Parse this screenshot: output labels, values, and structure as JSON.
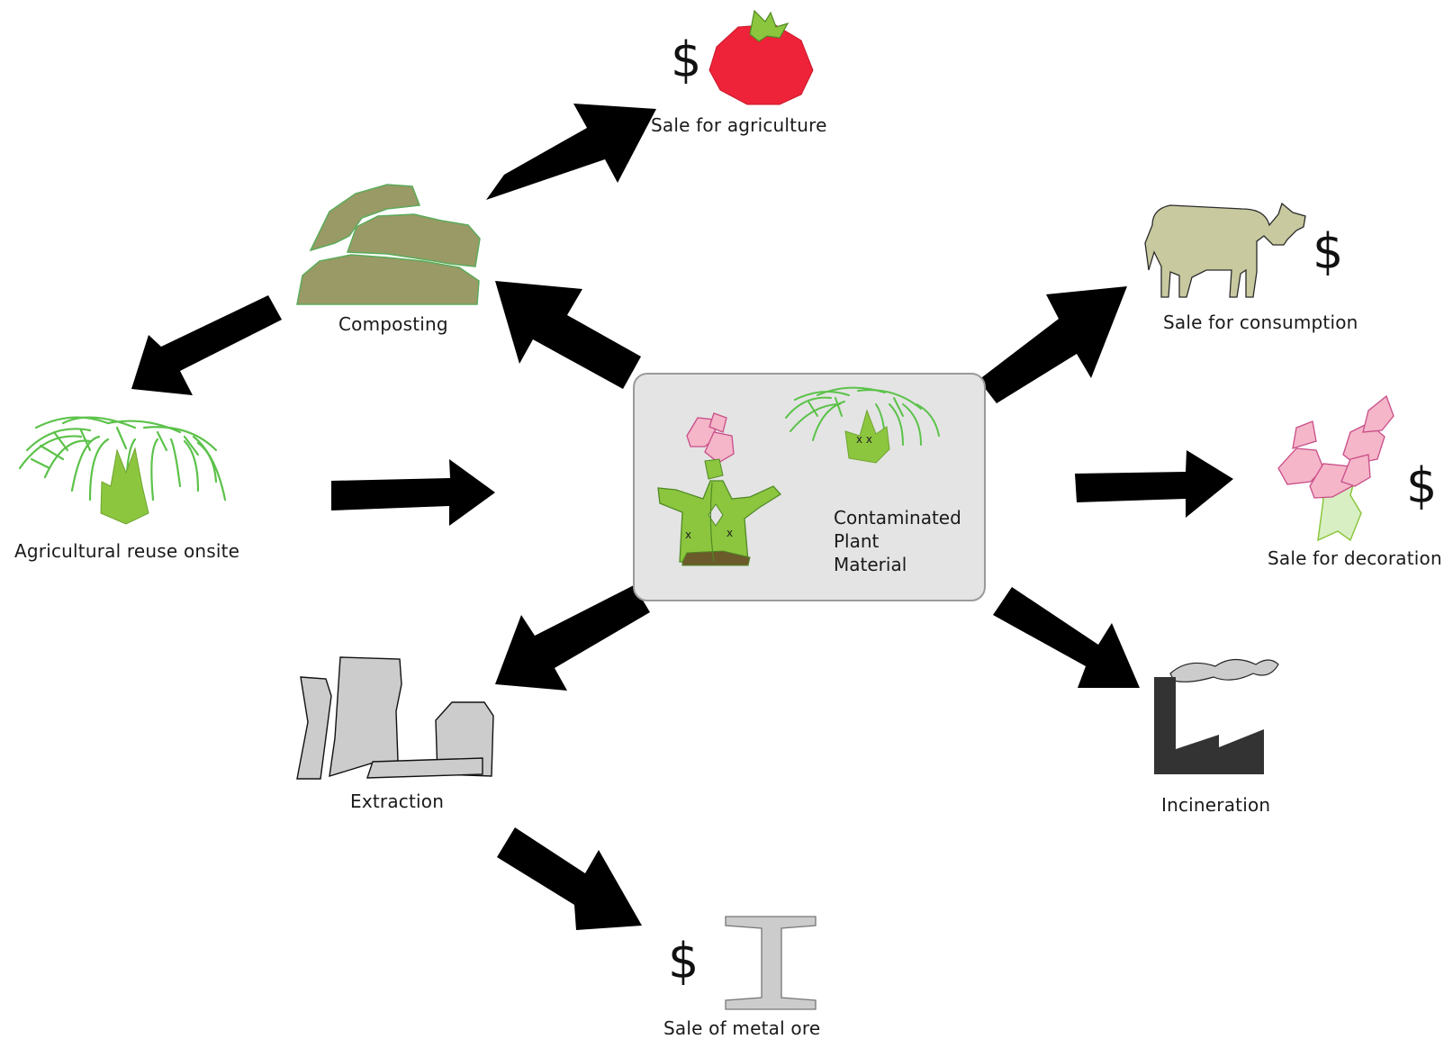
{
  "center": {
    "lines": [
      "Contaminated",
      "Plant",
      "Material"
    ]
  },
  "nodes": {
    "sale_agriculture": {
      "label": "Sale for agriculture",
      "currency": "$"
    },
    "composting": {
      "label": "Composting"
    },
    "agricultural_reuse": {
      "label": "Agricultural reuse onsite"
    },
    "extraction": {
      "label": "Extraction"
    },
    "sale_metal_ore": {
      "label": "Sale of metal ore",
      "currency": "$"
    },
    "sale_consumption": {
      "label": "Sale for consumption",
      "currency": "$"
    },
    "sale_decoration": {
      "label": "Sale for decoration",
      "currency": "$"
    },
    "incineration": {
      "label": "Incineration"
    }
  },
  "colors": {
    "arrow": "#000000",
    "center_box": "#e4e4e4",
    "plant_green": "#8cc63f",
    "grass_green": "#5cc24a",
    "compost": "#9a9a66",
    "tomato": "#ee2238",
    "cow": "#c9c9a0",
    "flower_pink": "#f4b6c8",
    "factory": "#333333",
    "building_gray": "#cccccc"
  }
}
